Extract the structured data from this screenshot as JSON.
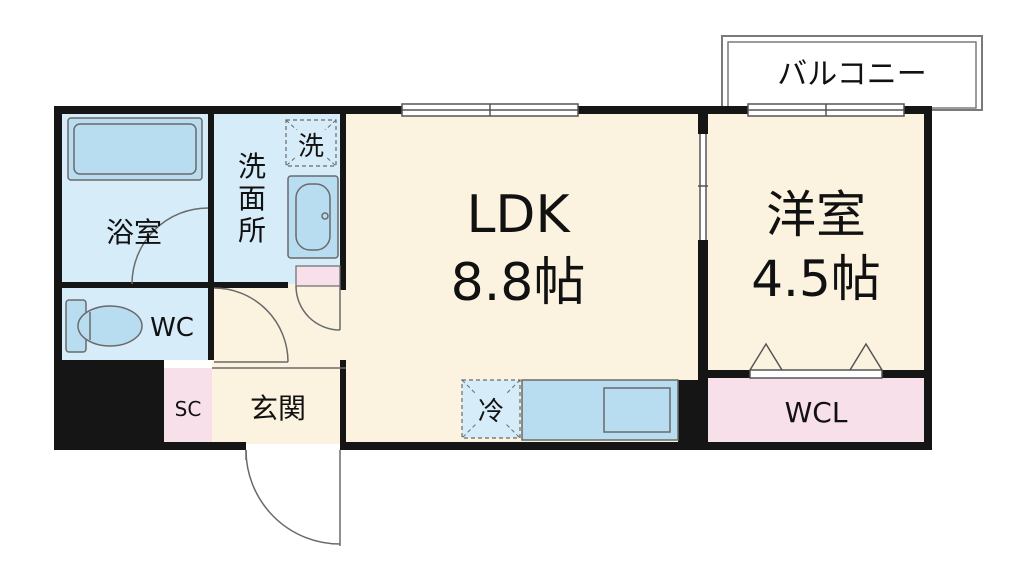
{
  "rooms": {
    "ldk_name": "LDK",
    "ldk_size": "8.8帖",
    "western_name": "洋室",
    "western_size": "4.5帖",
    "bath": "浴室",
    "washroom_line1": "洗",
    "washroom_line2": "面",
    "washroom_line3": "所",
    "washer": "洗",
    "wc": "WC",
    "entrance": "玄関",
    "shoe_closet": "SC",
    "fridge": "冷",
    "walk_in_closet": "WCL",
    "balcony": "バルコニー"
  },
  "colors": {
    "wall": "#151515",
    "floor": "#fbf3df",
    "wet": "#d6ecf8",
    "closet": "#f8e0ea",
    "fixture": "#b8ddf0",
    "outline": "#6a6a6a"
  }
}
